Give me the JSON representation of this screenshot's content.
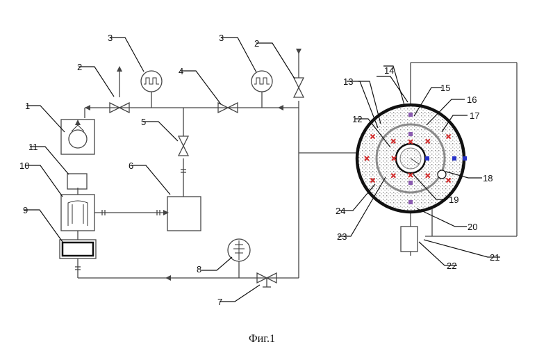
{
  "caption": "Фиг.1",
  "labels": [
    "1",
    "2",
    "3",
    "4",
    "5",
    "6",
    "7",
    "8",
    "9",
    "10",
    "11",
    "12",
    "13",
    "14",
    "15",
    "16",
    "17",
    "18",
    "19",
    "20",
    "21",
    "22",
    "23",
    "24",
    "2",
    "3"
  ],
  "colors": {
    "line": "#444444",
    "hatch": "#999999",
    "ring_dark": "#111111",
    "sensor_red": "#d02828",
    "sensor_blue": "#2530c8",
    "sensor_purple": "#8a5ab0"
  }
}
